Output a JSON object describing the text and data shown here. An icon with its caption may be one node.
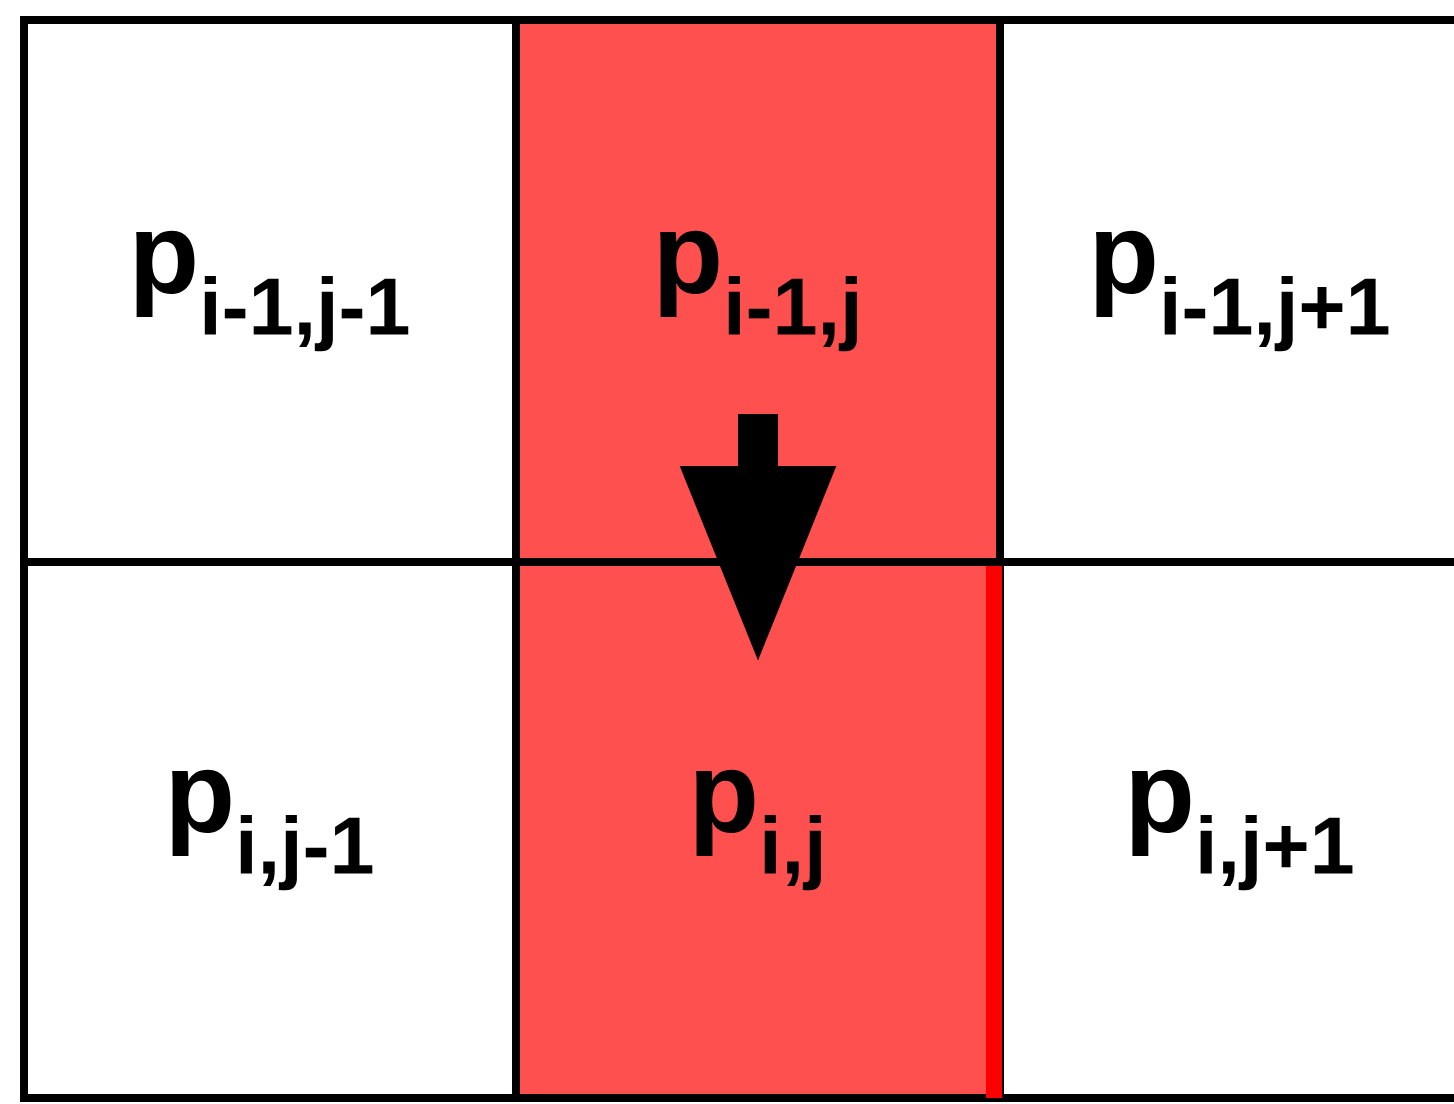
{
  "diagram": {
    "nodes": [
      {
        "text": [
          "p$_{i-1,j-1}$"
        ]
      },
      {
        "text": [
          "p$_{i-1,j}$"
        ]
      },
      {
        "text": [
          "p$_{i-1,j+1}$"
        ]
      },
      {
        "text": [
          "p$_{i,j-1}$"
        ]
      },
      {
        "text": [
          "p$_{i,j}$"
        ]
      },
      {
        "text": [
          "p$_{i,j+1}$"
        ]
      }
    ],
    "edges": [
      {
        "from": 1,
        "to": 4,
        "arrow": "to"
      }
    ]
  }
}
